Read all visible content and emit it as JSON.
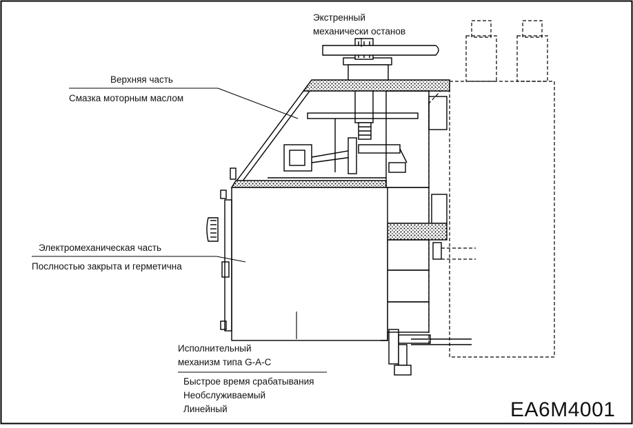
{
  "labels": {
    "emergency_stop": [
      "Экстренный",
      "механически останов"
    ],
    "upper_part": "Верхняя часть",
    "upper_lubrication": "Смазка моторным маслом",
    "electromech_part": "Электромеханическая часть",
    "electromech_sealed": "Послностью закрыта и герметична",
    "actuator": [
      "Исполнительный",
      "механизм типа G-A-C"
    ],
    "actuator_features": [
      "Быстрое время срабатывания",
      "Необслуживаемый",
      "Линейный"
    ]
  },
  "figure_code": "EA6M4001"
}
